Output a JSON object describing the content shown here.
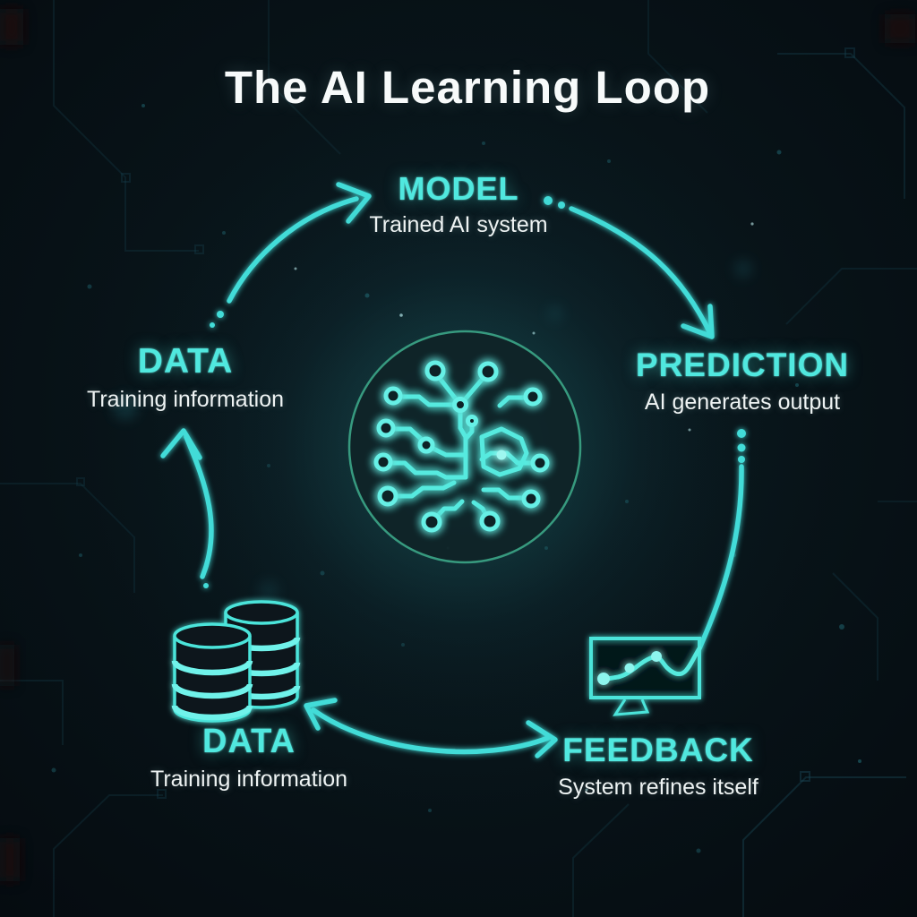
{
  "title": "The AI Learning Loop",
  "colors": {
    "background": "#081419",
    "accent_cyan": "#4be4da",
    "bright_cyan": "#7df5ec",
    "label_cyan": "#50e8df",
    "text_white": "#f2f6f6",
    "emblem_ring": "#3aa083"
  },
  "nodes": [
    {
      "id": "model",
      "label": "MODEL",
      "sublabel": "Trained AI system"
    },
    {
      "id": "prediction",
      "label": "PREDICTION",
      "sublabel": "AI generates output"
    },
    {
      "id": "data_left",
      "label": "DATA",
      "sublabel": "Training information"
    },
    {
      "id": "data_bottom",
      "label": "DATA",
      "sublabel": "Training information"
    },
    {
      "id": "feedback",
      "label": "FEEDBACK",
      "sublabel": "System refines itself"
    }
  ],
  "cycle_order": [
    "DATA",
    "MODEL",
    "PREDICTION",
    "FEEDBACK"
  ],
  "icons": [
    "ai-brain-circuit-icon",
    "database-stack-icon",
    "monitor-chart-icon",
    "curved-arrow-icon"
  ]
}
